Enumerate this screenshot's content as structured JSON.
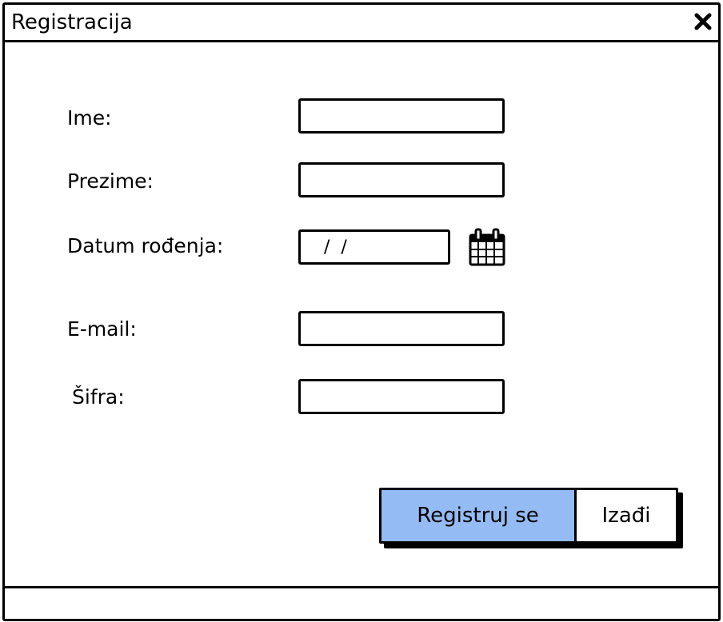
{
  "window": {
    "title": "Registracija"
  },
  "form": {
    "fields": [
      {
        "label": "Ime:",
        "value": ""
      },
      {
        "label": "Prezime:",
        "value": ""
      },
      {
        "label": "Datum rođenja:",
        "value": " /  /"
      },
      {
        "label": "E-mail:",
        "value": ""
      },
      {
        "label": "Šifra:",
        "value": ""
      }
    ]
  },
  "buttons": {
    "register_label": "Registruj se",
    "exit_label": "Izađi"
  },
  "colors": {
    "primary_button": "#94bbf3",
    "border": "#000000",
    "background": "#ffffff"
  },
  "icons": {
    "close": "close-icon",
    "calendar": "calendar-icon"
  }
}
